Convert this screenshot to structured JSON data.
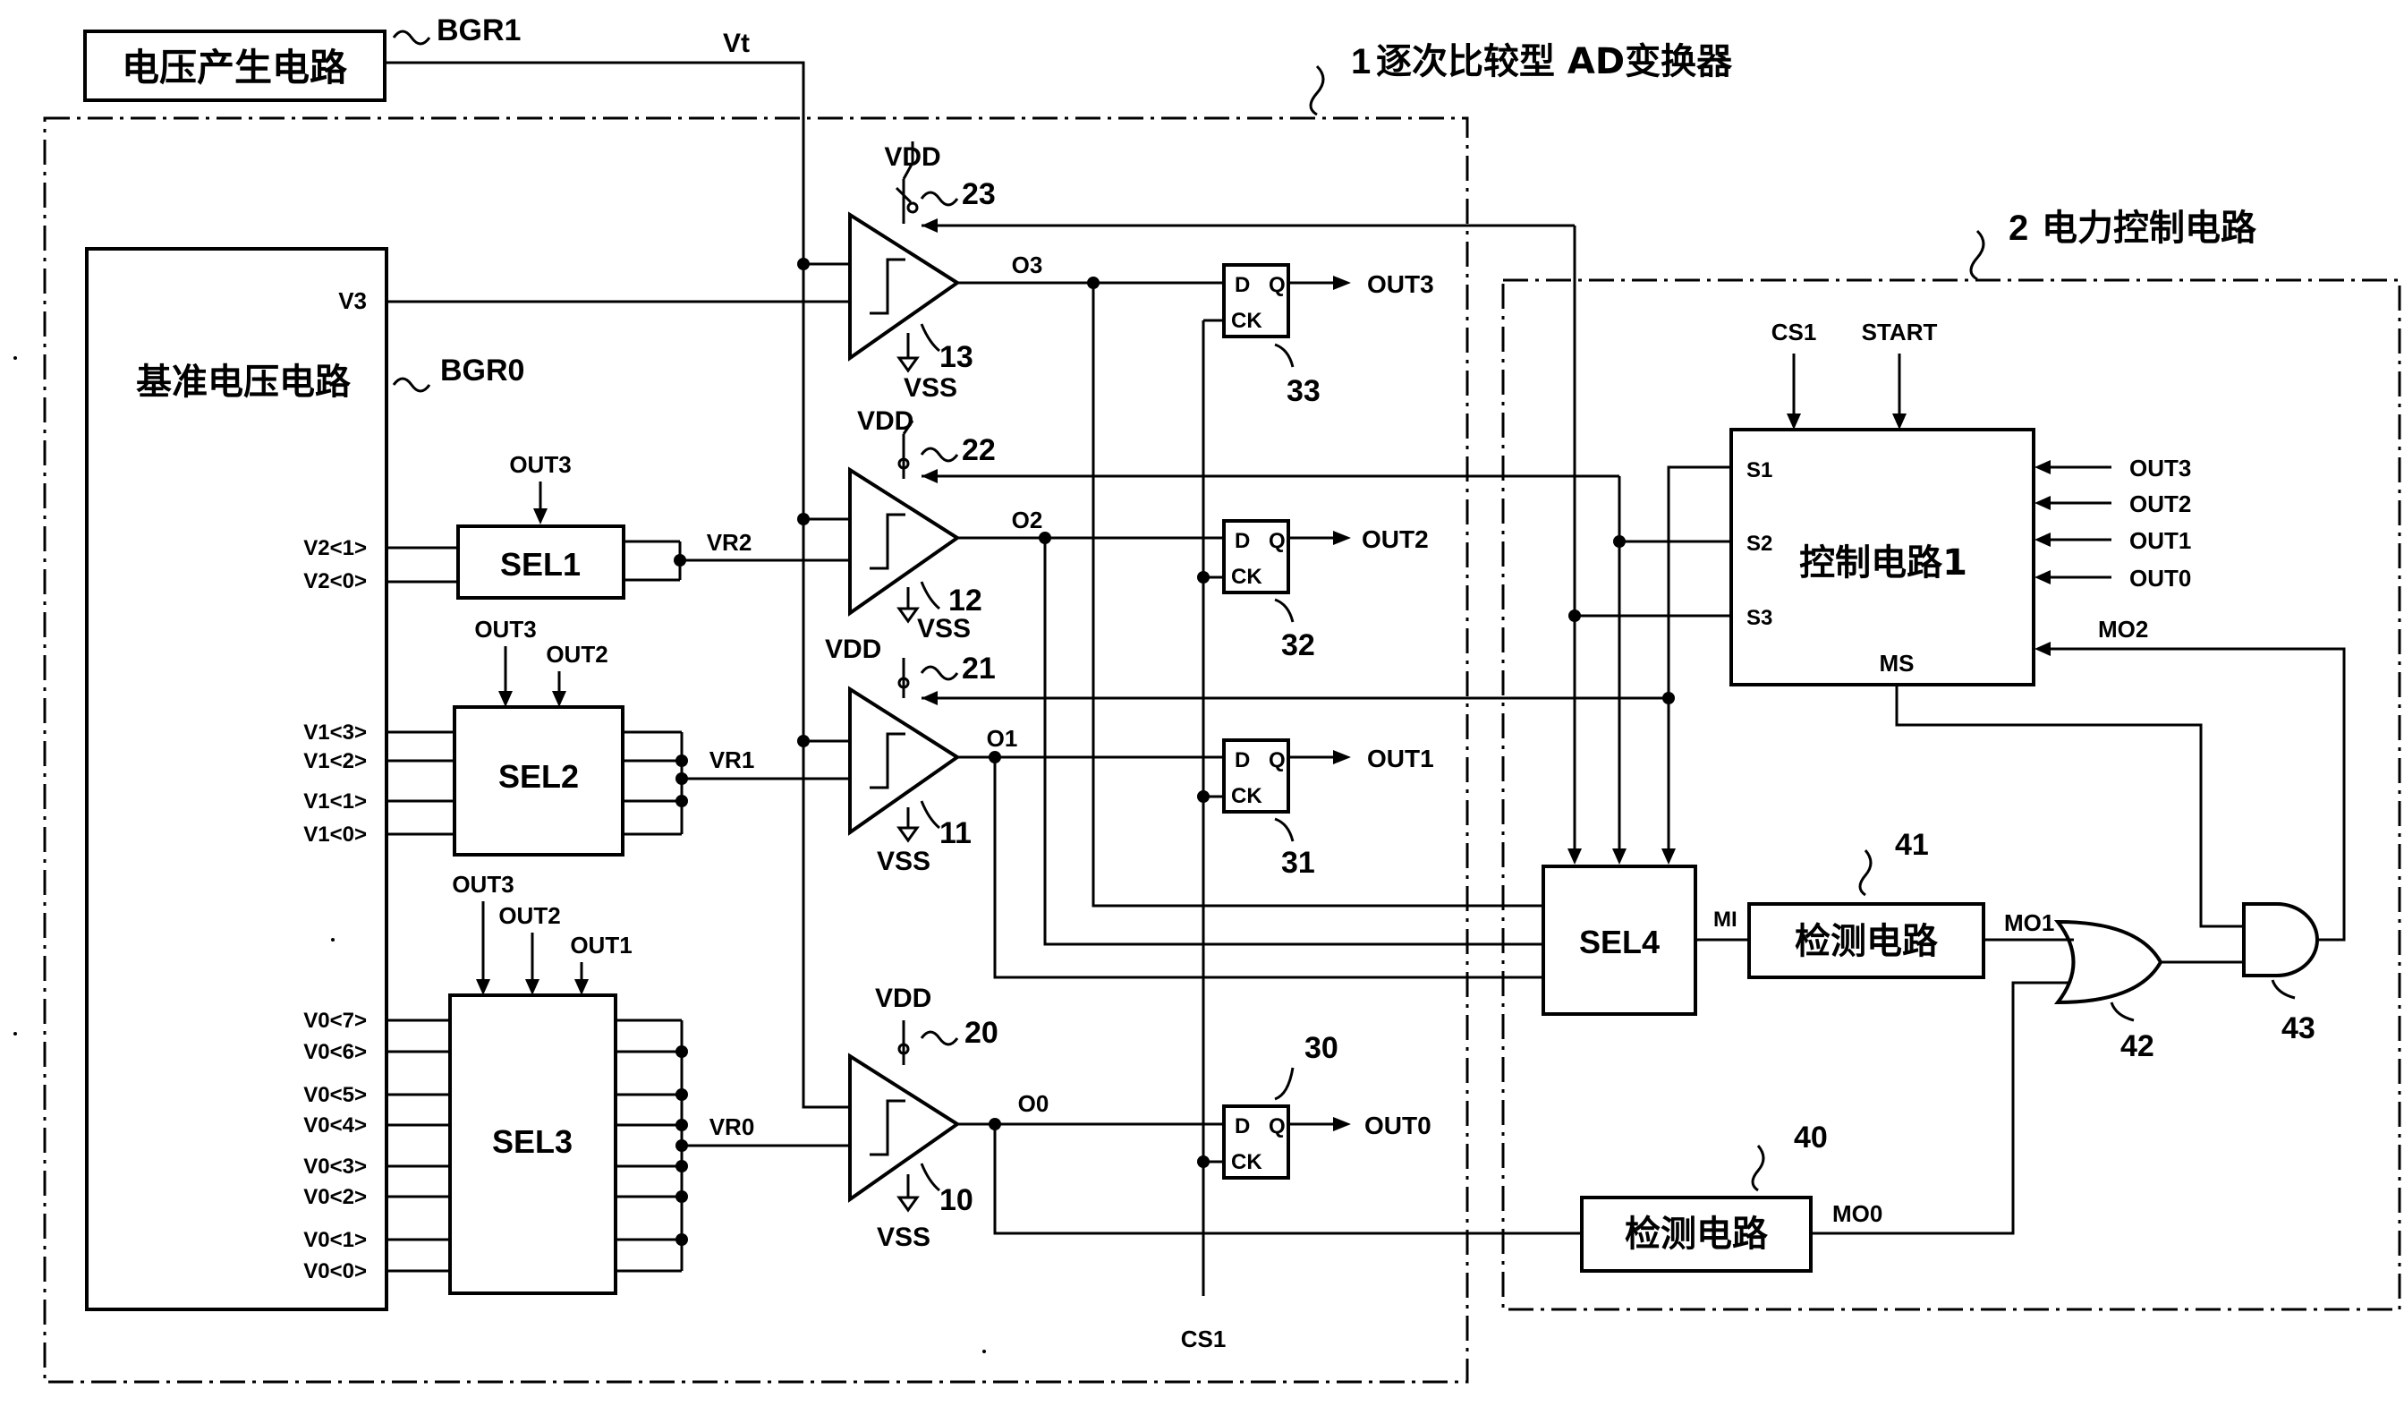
{
  "outer_blocks": {
    "vgen": "电压产生电路",
    "vgen_ref": "BGR1",
    "vt": "Vt",
    "adc_ref": "1",
    "adc_title": "逐次比较型 AD变换器",
    "power_ref": "2",
    "power_title": "电力控制电路",
    "vref_block": "基准电压电路",
    "vref_ref": "BGR0"
  },
  "selectors": {
    "sel1": "SEL1",
    "sel2": "SEL2",
    "sel3": "SEL3",
    "sel4": "SEL4",
    "out3": "OUT3",
    "out2": "OUT2",
    "out1": "OUT1",
    "out0": "OUT0"
  },
  "vref_pins": {
    "v3": "V3",
    "v2": [
      "V2<1>",
      "V2<0>"
    ],
    "v1": [
      "V1<3>",
      "V1<2>",
      "V1<1>",
      "V1<0>"
    ],
    "v0": [
      "V0<7>",
      "V0<6>",
      "V0<5>",
      "V0<4>",
      "V0<3>",
      "V0<2>",
      "V0<1>",
      "V0<0>"
    ]
  },
  "nets": {
    "vr2": "VR2",
    "vr1": "VR1",
    "vr0": "VR0",
    "o3": "O3",
    "o2": "O2",
    "o1": "O1",
    "o0": "O0",
    "vdd": "VDD",
    "vss": "VSS",
    "cs1": "CS1",
    "start": "START",
    "mi": "MI",
    "mo0": "MO0",
    "mo1": "MO1",
    "mo2": "MO2",
    "ms": "MS",
    "s1": "S1",
    "s2": "S2",
    "s3": "S3"
  },
  "refs": {
    "sw23": "23",
    "sw22": "22",
    "sw21": "21",
    "sw20": "20",
    "cmp13": "13",
    "cmp12": "12",
    "cmp11": "11",
    "cmp10": "10",
    "ff33": "33",
    "ff32": "32",
    "ff31": "31",
    "ff30": "30",
    "det41": "41",
    "det40": "40",
    "or42": "42",
    "and43": "43"
  },
  "flipflop": {
    "d": "D",
    "q": "Q",
    "ck": "CK"
  },
  "control": {
    "title": "控制电路1",
    "det41_label": "检测电路",
    "det40_label": "检测电路"
  }
}
